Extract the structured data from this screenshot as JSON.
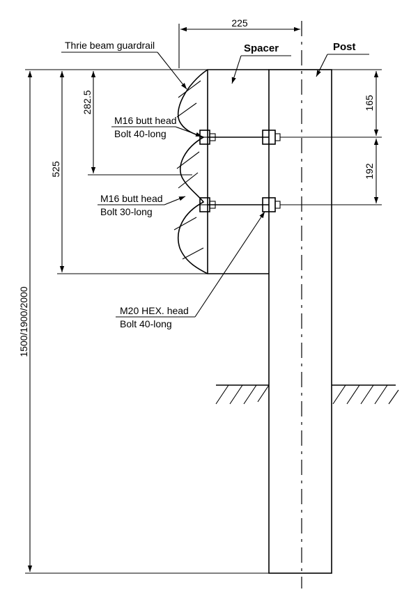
{
  "labels": {
    "thrie_beam": "Thrie beam guardrail",
    "spacer": "Spacer",
    "post": "Post",
    "bolt_upper_line1": "M16 butt head",
    "bolt_upper_line2": "Bolt 40-long",
    "bolt_lower_line1": "M16 butt head",
    "bolt_lower_line2": "Bolt 30-long",
    "bolt_post_line1": "M20 HEX. head",
    "bolt_post_line2": "Bolt 40-long"
  },
  "dimensions": {
    "top_width": "225",
    "right_upper": "165",
    "right_lower": "192",
    "left_rail_pitch": "282.5",
    "left_rail_height": "525",
    "post_height": "1500/1900/2000"
  }
}
